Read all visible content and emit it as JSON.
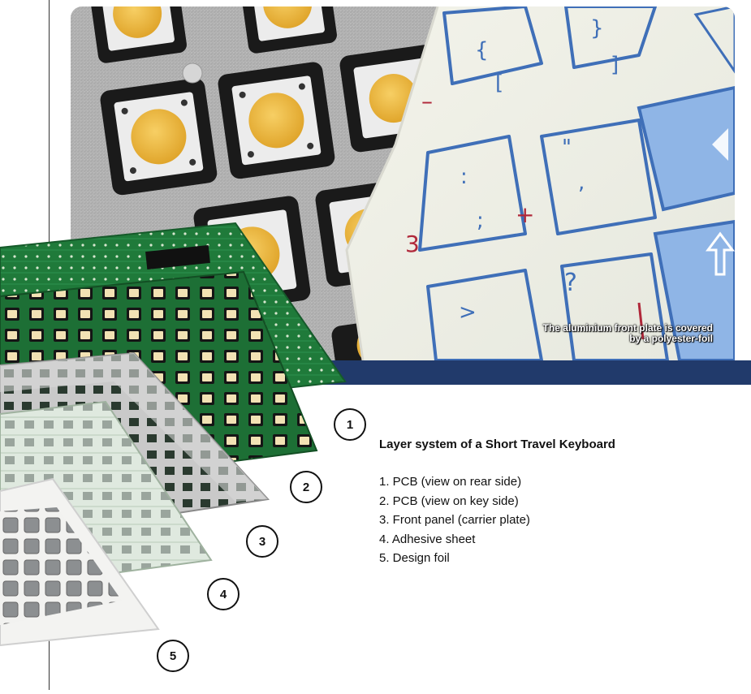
{
  "photo": {
    "caption_line1": "The aluminium front plate is covered",
    "caption_line2": "by a polyester-foil"
  },
  "key_legends": {
    "brace_open": "{",
    "bracket_open": "[",
    "brace_close": "}",
    "bracket_close": "]",
    "minus": "–",
    "colon": ":",
    "semicolon": ";",
    "plus": "+",
    "three": "3",
    "quote": "\"",
    "comma": ",",
    "question": "?",
    "greater": ">"
  },
  "callouts": [
    "1",
    "2",
    "3",
    "4",
    "5"
  ],
  "legend": {
    "title": "Layer system of a Short Travel Keyboard",
    "items": [
      "1. PCB (view on rear side)",
      "2. PCB (view on key side)",
      "3. Front panel (carrier plate)",
      "4. Adhesive sheet",
      "5. Design foil"
    ]
  },
  "colors": {
    "band": "#213a6b",
    "pcb_green": "#1f7a3a",
    "key_yellow": "#f0b83a",
    "key_outline": "#3f6fb8",
    "key_blue": "#8fb5e6",
    "legend_red": "#b0283a"
  }
}
